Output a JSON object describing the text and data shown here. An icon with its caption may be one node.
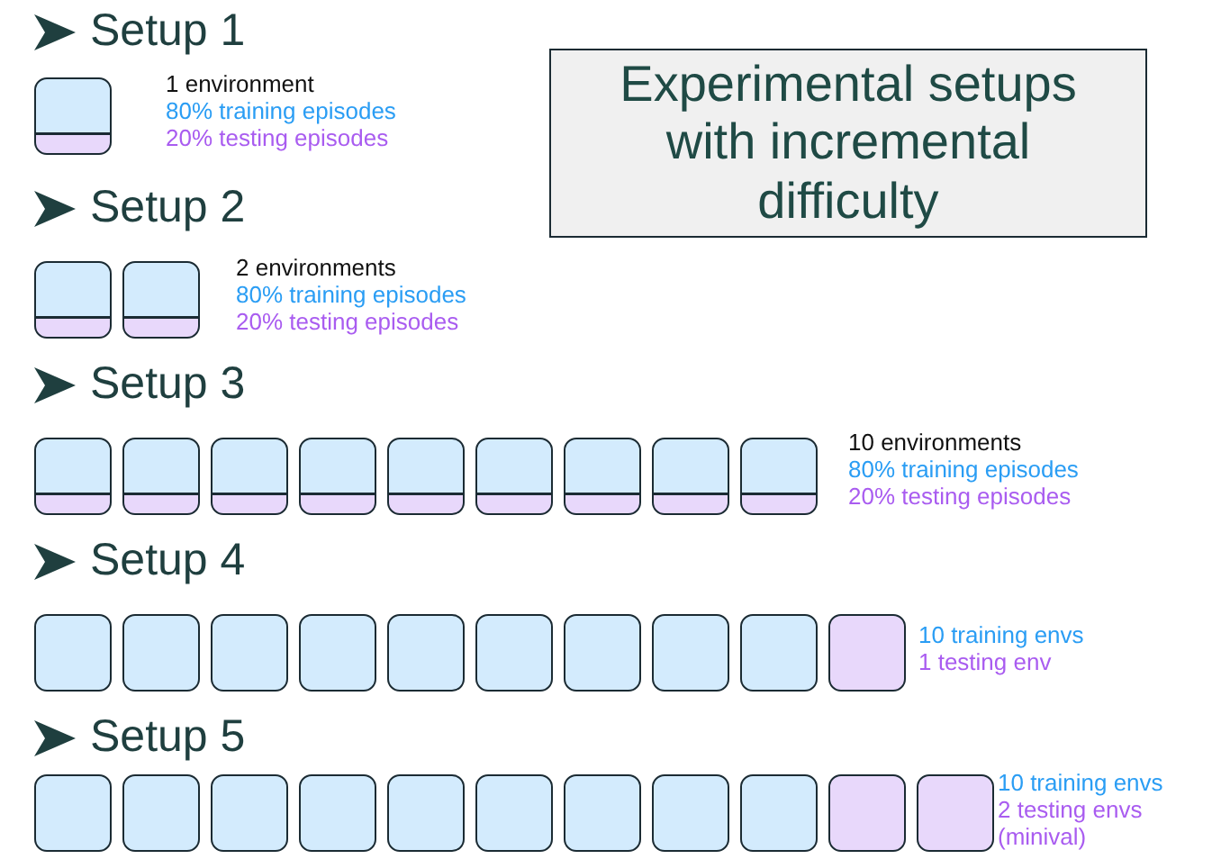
{
  "diagram": {
    "nodes": [
      {
        "text": [
          "Experimental setups with incremental difficulty"
        ]
      },
      {
        "text": [],
        "shape": "box"
      },
      {
        "text": [],
        "shape": "box"
      },
      {
        "text": [],
        "shape": "box"
      },
      {
        "text": [],
        "shape": "box"
      },
      {
        "text": [],
        "shape": "box"
      },
      {
        "text": [],
        "shape": "box"
      },
      {
        "text": [],
        "shape": "box"
      },
      {
        "text": [],
        "shape": "box"
      },
      {
        "text": [],
        "shape": "box"
      },
      {
        "text": [],
        "shape": "box"
      },
      {
        "text": [],
        "shape": "box"
      },
      {
        "text": [],
        "shape": "box"
      },
      {
        "text": [],
        "shape": "box"
      },
      {
        "text": [],
        "shape": "box"
      },
      {
        "text": [],
        "shape": "box"
      },
      {
        "text": [],
        "shape": "box"
      },
      {
        "text": [],
        "shape": "box"
      },
      {
        "text": [],
        "shape": "box"
      },
      {
        "text": [],
        "shape": "box"
      },
      {
        "text": [],
        "shape": "box"
      },
      {
        "text": [],
        "shape": "box"
      },
      {
        "text": [],
        "shape": "box"
      },
      {
        "text": [],
        "shape": "box"
      },
      {
        "text": [],
        "shape": "box"
      },
      {
        "text": [],
        "shape": "box"
      },
      {
        "text": [],
        "shape": "box"
      },
      {
        "text": [],
        "shape": "box"
      },
      {
        "text": [],
        "shape": "box"
      },
      {
        "text": [],
        "shape": "box"
      },
      {
        "text": [],
        "shape": "box"
      },
      {
        "text": [],
        "shape": "box"
      },
      {
        "text": [],
        "shape": "box"
      },
      {
        "text": [],
        "shape": "box"
      }
    ],
    "labels": [
      "Setup 1",
      "1 environment",
      "80% training episodes",
      "20% testing episodes",
      "Setup 2",
      "2 environments",
      "80% training episodes",
      "20% testing episodes",
      "Setup 3",
      "10 environments",
      "80% training episodes",
      "20% testing episodes",
      "Setup 4",
      "10 training envs",
      "1 testing env",
      "Setup 5",
      "10 training envs",
      "2 testing envs (minival)"
    ]
  }
}
